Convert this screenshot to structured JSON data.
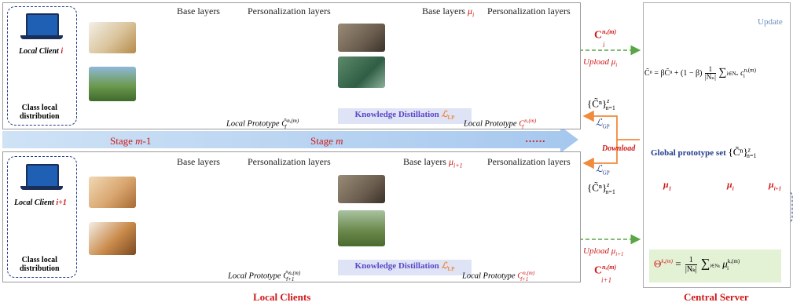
{
  "local_clients_title": "Local Clients",
  "central_server_title": "Central Server",
  "client_top": {
    "label_prefix": "Local Client",
    "label_index": "i",
    "class_dist_line1": "Class local",
    "class_dist_line2": "distribution",
    "base_layers": "Base layers",
    "personalization_layers": "Personalization layers",
    "base_layers_mu": "Base layers",
    "mu_symbol": "μ",
    "mu_sub": "i",
    "personalization_layers_2": "Personalization layers",
    "kd_label": "Knowledge Distillation",
    "kd_loss": "ℒ",
    "kd_loss_sub": "LP",
    "proto_left": "Local Prototype",
    "proto_left_math": "Ĉ",
    "proto_left_sup": "n,(m)",
    "proto_left_sub": "i",
    "proto_right": "Local Prototype",
    "proto_right_math": "C",
    "proto_right_sup": "n,(m)",
    "proto_right_sub": "i"
  },
  "client_bottom": {
    "label_prefix": "Local Client",
    "label_index": "i+1",
    "class_dist_line1": "Class local",
    "class_dist_line2": "distribution",
    "base_layers": "Base layers",
    "personalization_layers": "Personalization layers",
    "base_layers_mu": "Base layers",
    "mu_symbol": "μ",
    "mu_sub": "i+1",
    "personalization_layers_2": "Personalization layers",
    "kd_label": "Knowledge Distillation",
    "kd_loss": "ℒ",
    "kd_loss_sub": "LP",
    "proto_left": "Local Prototype",
    "proto_left_math": "Ĉ",
    "proto_left_sup": "n,(m)",
    "proto_left_sub": "i+1",
    "proto_right": "Local Prototype",
    "proto_right_math": "C",
    "proto_right_sup": "n,(m)",
    "proto_right_sub": "i+1"
  },
  "stage_bar": {
    "stage_prev": "Stage m-1",
    "stage_prev_text": "Stage",
    "stage_prev_m": "m",
    "stage_prev_rest": "-1",
    "stage_cur_text": "Stage",
    "stage_cur_m": "m",
    "dots": "······"
  },
  "comm": {
    "c_top": "C",
    "c_top_sup": "n,(m)",
    "c_top_sub": "i",
    "upload_top": "Upload",
    "upload_top_mu": "μ",
    "upload_top_sub": "i",
    "set_top": "{C̃ⁿ}",
    "set_top_sup": "z",
    "set_top_sub": "n=1",
    "lgp_top": "ℒ",
    "lgp_top_sub": "GP",
    "download": "Download",
    "lgp_bot": "ℒ",
    "lgp_bot_sub": "GP",
    "set_bot": "{C̃ⁿ}",
    "set_bot_sup": "z",
    "set_bot_sub": "n=1",
    "upload_bot": "Upload",
    "upload_bot_mu": "μ",
    "upload_bot_sub": "i+1",
    "c_bot": "C",
    "c_bot_sup": "n,(m)",
    "c_bot_sub": "i+1"
  },
  "server": {
    "update": "Update",
    "formula": "C̃ⁿ = βC̃ⁿ + (1 − β)",
    "formula_frac_num": "1",
    "formula_frac_den": "|Nₙ|",
    "formula_sum": "∑",
    "formula_sum_sub": "i∈Nₙ",
    "formula_term": "c",
    "formula_term_sup": "n,(m)",
    "formula_term_sub": "i",
    "global_set_label": "Global prototype set",
    "global_set_math": "{C̃ⁿ}",
    "global_set_sup": "z",
    "global_set_sub": "n=1",
    "mu1": "μ",
    "mu1_sub": "1",
    "mui": "μ",
    "mui_sub": "i",
    "mui1": "μ",
    "mui1_sub": "i+1",
    "theta": "Θ",
    "theta_sup": "k,(m)",
    "theta_eq": "=",
    "theta_frac_num": "1",
    "theta_frac_den": "|Nₖ|",
    "theta_sum": "∑",
    "theta_sum_sub": "i∈Nₖ",
    "theta_term": "μ",
    "theta_term_sup": "k,(m)",
    "theta_term_sub": "i"
  },
  "colors": {
    "blue_node": "#bcd7f2",
    "blue_layer": "#79a7dc",
    "orange_node": "#f6cdb4",
    "orange_layer": "#f0925a",
    "red": "#d01818",
    "green_arrow": "#5aa646",
    "orange_arrow": "#f08a3c",
    "stage_bar": "#b9d5f1",
    "kd_bg": "#dfe3f6",
    "purple": "#9b6bd0"
  }
}
